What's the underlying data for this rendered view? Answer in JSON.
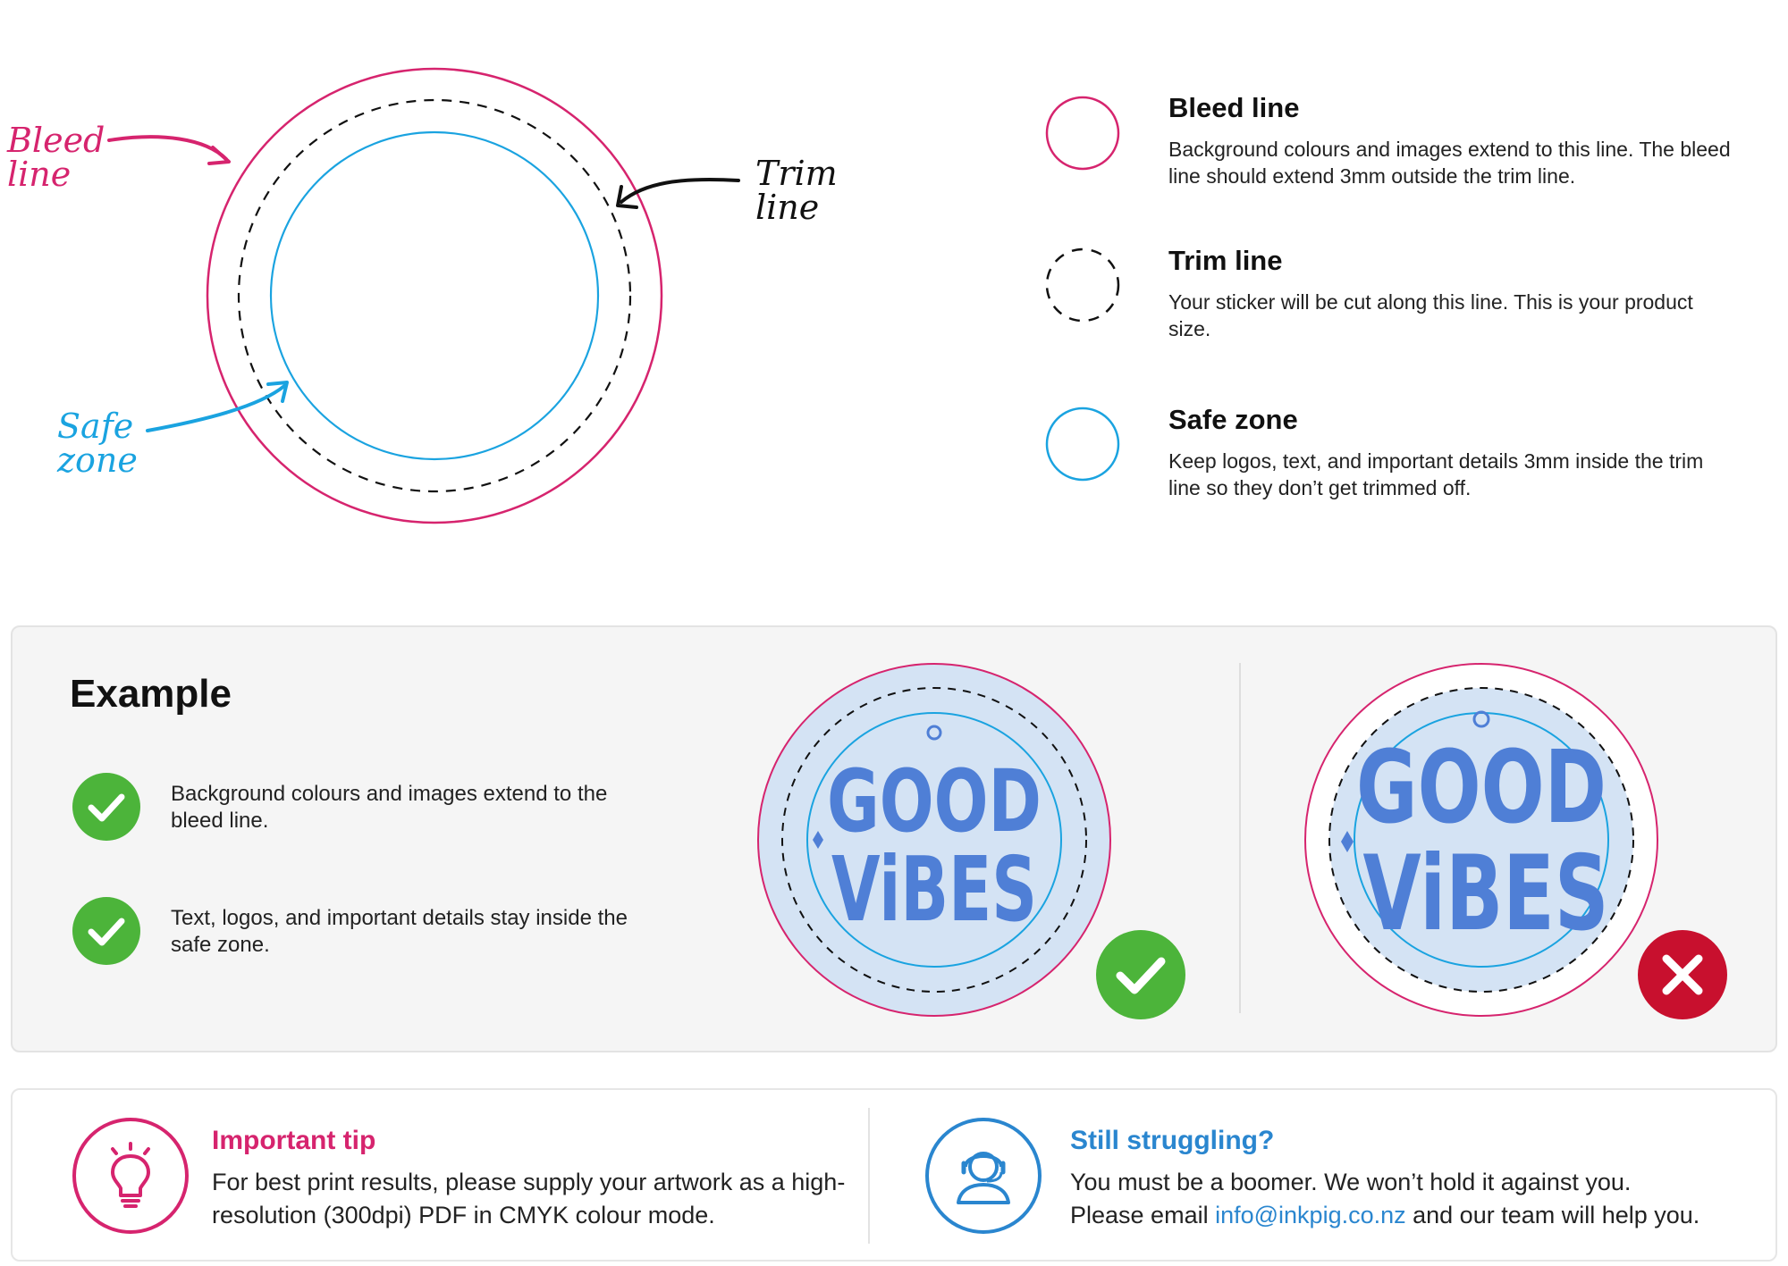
{
  "diagram": {
    "bleed_label": [
      "Bleed",
      "line"
    ],
    "trim_label": [
      "Trim",
      "line"
    ],
    "safe_label": [
      "Safe",
      "zone"
    ]
  },
  "legend": [
    {
      "title": "Bleed line",
      "desc": "Background colours and images extend to this line. The bleed line should extend 3mm outside the trim line.",
      "icon": "bleed-circle-icon"
    },
    {
      "title": "Trim line",
      "desc": "Your sticker will be cut along this line. This is your product size.",
      "icon": "trim-circle-icon"
    },
    {
      "title": "Safe zone",
      "desc": "Keep logos, text, and important details 3mm inside the trim line so they don’t get trimmed off.",
      "icon": "safe-circle-icon"
    }
  ],
  "example": {
    "title": "Example",
    "checks": [
      "Background colours and images extend to the bleed line.",
      "Text, logos, and important details stay inside the safe zone."
    ],
    "sticker_text": [
      "GOOD",
      "ViBES"
    ]
  },
  "tips": {
    "important": {
      "title": "Important tip",
      "body": "For best print results, please supply your artwork as a high-resolution (300dpi) PDF in CMYK colour mode."
    },
    "struggling": {
      "title": "Still struggling?",
      "line1": "You must be a boomer. We won’t hold it against you.",
      "line2_prefix": "Please email ",
      "email": "info@inkpig.co.nz",
      "line2_suffix": " and our team will help you."
    }
  },
  "colors": {
    "magenta": "#d6246e",
    "cyan": "#1aa3e0",
    "green": "#4cb43a",
    "red": "#c8102e",
    "sticker_fill": "#4f7fd6",
    "sticker_bg": "#d4e3f4",
    "link_blue": "#2a86cf"
  }
}
